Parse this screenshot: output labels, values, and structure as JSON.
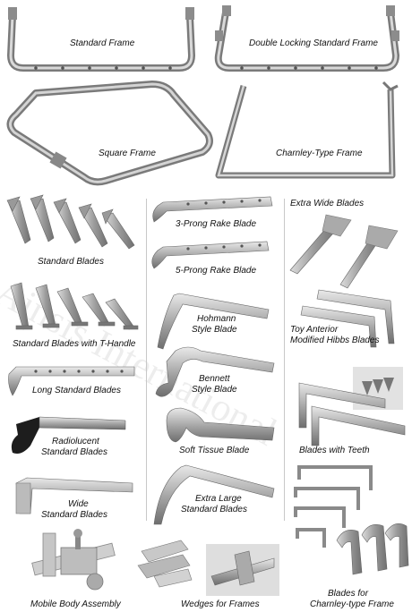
{
  "watermark": "Ainsis International",
  "labels": {
    "standard_frame": "Standard Frame",
    "double_locking_frame": "Double Locking Standard Frame",
    "square_frame": "Square Frame",
    "charnley_frame": "Charnley-Type Frame",
    "standard_blades": "Standard Blades",
    "rake3": "3-Prong Rake Blade",
    "extra_wide": "Extra Wide Blades",
    "rake5": "5-Prong Rake Blade",
    "standard_t_handle": "Standard Blades with T-Handle",
    "hohmann": [
      "Hohmann",
      "Style Blade"
    ],
    "toy_anterior": [
      "Toy Anterior",
      "Modified Hibbs Blades"
    ],
    "long_standard": "Long Standard Blades",
    "bennett": [
      "Bennett",
      "Style Blade"
    ],
    "radiolucent": [
      "Radiolucent",
      "Standard Blades"
    ],
    "soft_tissue": "Soft Tissue Blade",
    "blades_teeth": "Blades with Teeth",
    "wide": [
      "Wide",
      "Standard Blades"
    ],
    "extra_large": [
      "Extra Large",
      "Standard Blades"
    ],
    "mobile_body": "Mobile Body Assembly",
    "wedges": "Wedges for Frames",
    "charnley_blades": [
      "Blades for",
      "Charnley-type Frame"
    ]
  }
}
